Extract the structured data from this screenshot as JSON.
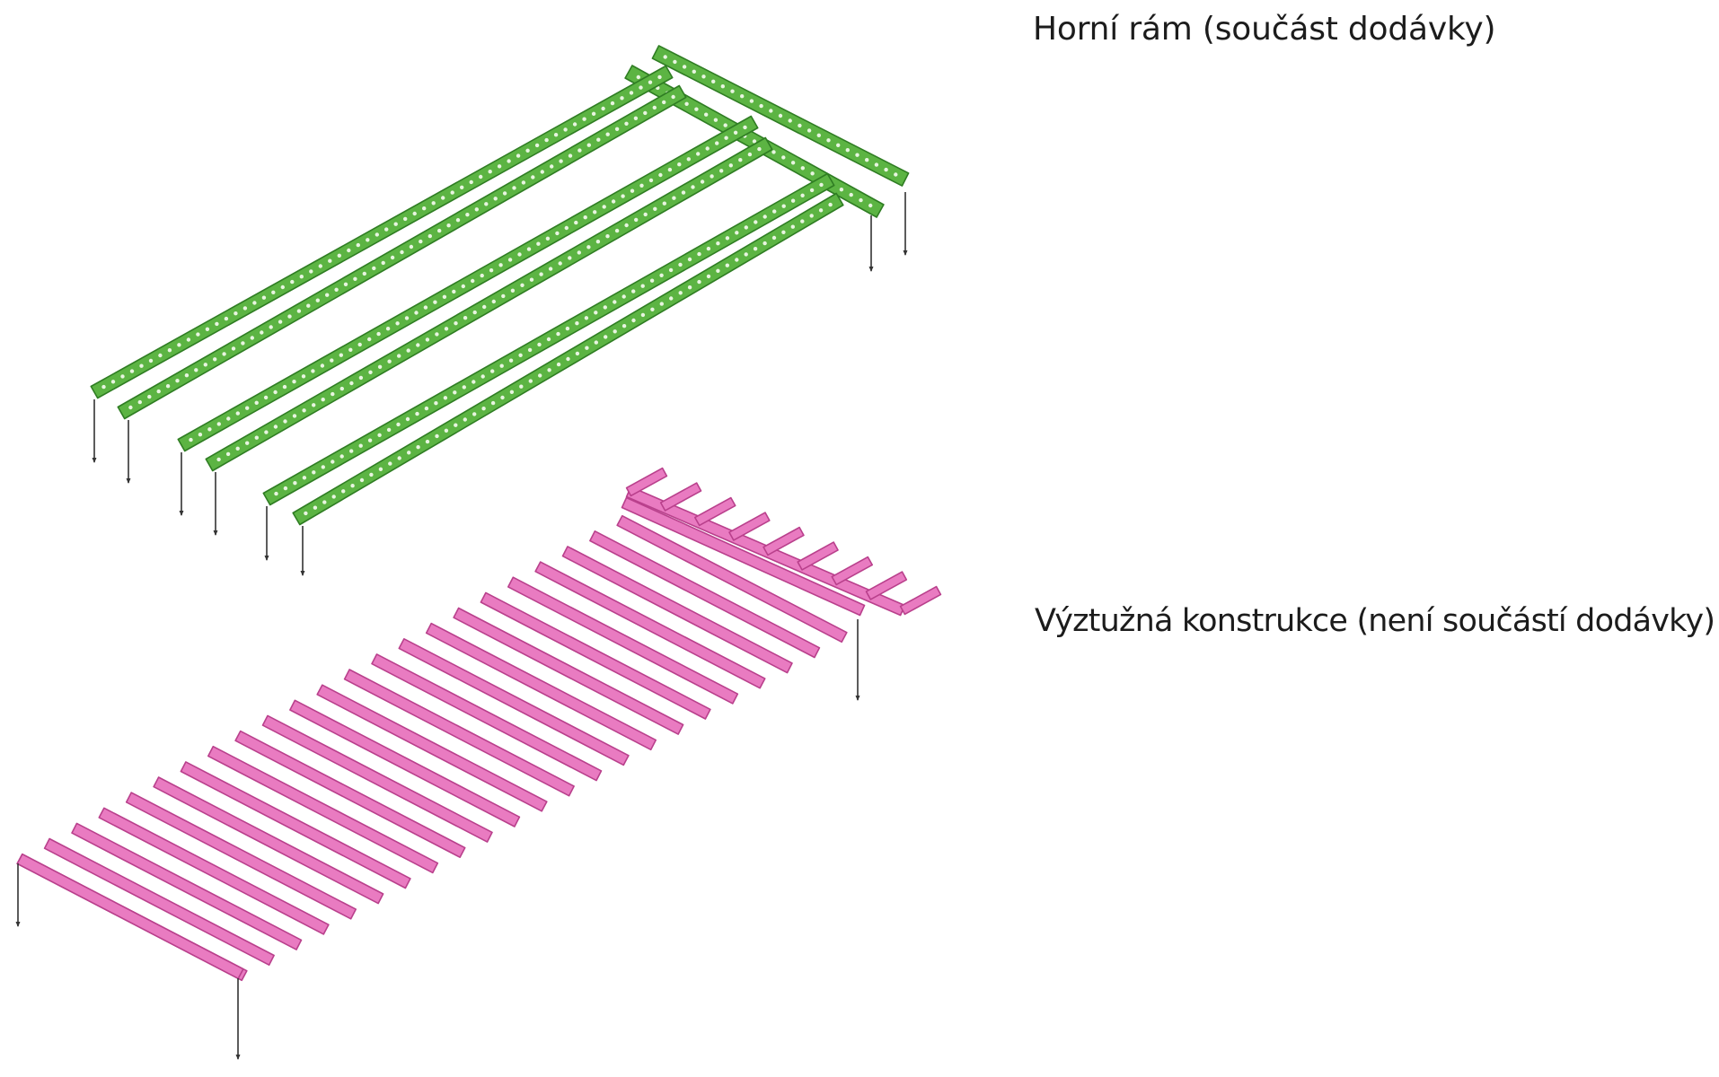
{
  "labels": {
    "top_frame": "Horní rám (součást dodávky)",
    "reinforcement": "Výztužná konstrukce (není součástí dodávky)"
  },
  "colors": {
    "top_frame": "#5cb443",
    "top_frame_dark": "#2f7d23",
    "top_frame_holes": "#e8f5e0",
    "reinforcement": "#e97bc1",
    "reinforcement_dark": "#b9408c",
    "post": "#333333"
  },
  "icons": {
    "top_frame": "green-steel-rail-frame",
    "reinforcement": "pink-joist-grid"
  }
}
